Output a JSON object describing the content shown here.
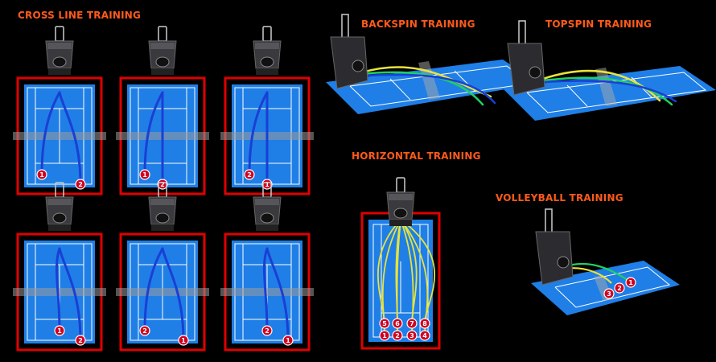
{
  "titles": {
    "cross_line": "CROSS LINE TRAINING",
    "backspin": "BACKSPIN TRAINING",
    "topspin": "TOPSPIN TRAINING",
    "horizontal": "HORIZONTAL  TRAINING",
    "volleyball": "VOLLEYBALL TRAINING"
  },
  "colors": {
    "title": "#ff5a1a",
    "court_blue": "#1f7fe6",
    "court_border_red": "#e00000",
    "trajectory_blue": "#1a3fd6",
    "trajectory_yellow": "#e8e33a",
    "trajectory_green": "#20d060",
    "marker_red": "#d00020"
  },
  "cross_line_courts": [
    {
      "markers": [
        "1",
        "2"
      ],
      "landing": "left-right"
    },
    {
      "markers": [
        "1",
        "2"
      ],
      "landing": "left-center"
    },
    {
      "markers": [
        "2",
        "1"
      ],
      "landing": "left-center"
    },
    {
      "markers": [
        "1",
        "2"
      ],
      "landing": "center-right"
    },
    {
      "markers": [
        "2",
        "1"
      ],
      "landing": "left-right"
    },
    {
      "markers": [
        "2",
        "1"
      ],
      "landing": "center-right"
    }
  ],
  "horizontal_markers": {
    "top_row": [
      "5",
      "6",
      "7",
      "8"
    ],
    "bottom_row": [
      "1",
      "2",
      "3",
      "4"
    ]
  },
  "volleyball_markers": [
    "3",
    "2",
    "1"
  ]
}
